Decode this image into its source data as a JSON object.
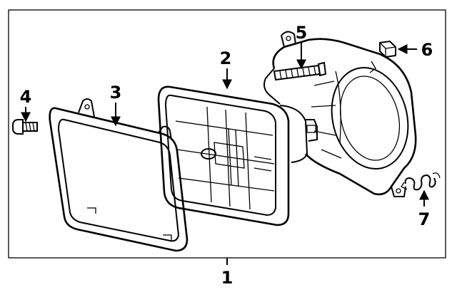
{
  "diagram": {
    "callouts": [
      {
        "id": "1",
        "label": "1"
      },
      {
        "id": "2",
        "label": "2"
      },
      {
        "id": "3",
        "label": "3"
      },
      {
        "id": "4",
        "label": "4"
      },
      {
        "id": "5",
        "label": "5"
      },
      {
        "id": "6",
        "label": "6"
      },
      {
        "id": "7",
        "label": "7"
      }
    ],
    "parts": [
      {
        "callout": "1",
        "icon": "headlamp-assembly-frame"
      },
      {
        "callout": "2",
        "icon": "sealed-beam-lamp-icon"
      },
      {
        "callout": "3",
        "icon": "retaining-ring-icon"
      },
      {
        "callout": "4",
        "icon": "screw-icon"
      },
      {
        "callout": "5",
        "icon": "adjusting-screw-icon"
      },
      {
        "callout": "6",
        "icon": "nut-clip-icon"
      },
      {
        "callout": "7",
        "icon": "spring-icon"
      }
    ]
  }
}
